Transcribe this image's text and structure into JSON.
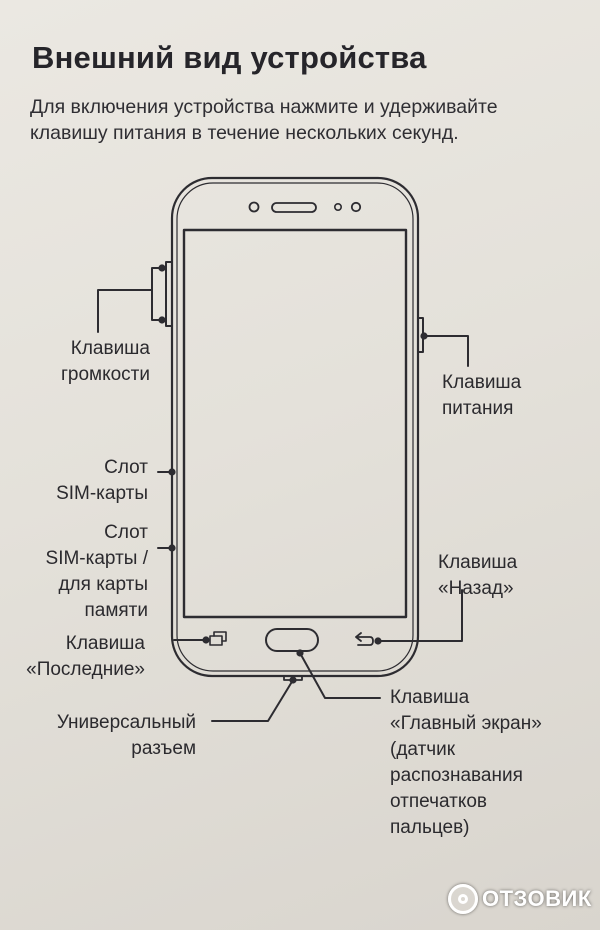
{
  "heading": {
    "title": "Внешний вид устройства",
    "intro_line1": "Для включения устройства нажмите и удерживайте",
    "intro_line2": "клавишу питания в течение нескольких секунд."
  },
  "callouts": {
    "volume_key": {
      "line1": "Клавиша",
      "line2": "громкости"
    },
    "power_key": {
      "line1": "Клавиша",
      "line2": "питания"
    },
    "sim_slot": {
      "line1": "Слот",
      "line2": "SIM-карты"
    },
    "sim_memory_slot": {
      "line1": "Слот",
      "line2": "SIM-карты /",
      "line3": "для карты",
      "line4": "памяти"
    },
    "back_key": {
      "line1": "Клавиша",
      "line2": "«Назад»"
    },
    "recent_key": {
      "line1": "Клавиша",
      "line2": "«Последние»"
    },
    "usb_port": {
      "line1": "Универсальный",
      "line2": "разъем"
    },
    "home_key": {
      "line1": "Клавиша",
      "line2": "«Главный экран»",
      "line3": "(датчик",
      "line4": "распознавания",
      "line5": "отпечатков",
      "line6": "пальцев)"
    }
  },
  "watermark": {
    "text": "ОТЗОВИК"
  },
  "colors": {
    "ink": "#2b2a2e",
    "paper": "#e6e3dd"
  }
}
